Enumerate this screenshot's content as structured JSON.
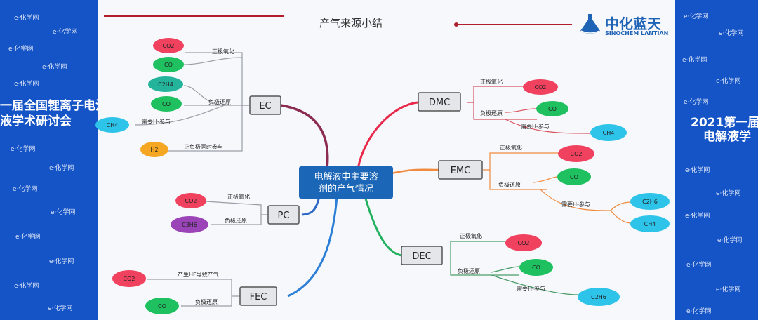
{
  "slide_title": "产气来源小结",
  "brand": {
    "name": "中化蓝天",
    "english": "SINOCHEM LANTIAN"
  },
  "left_banner": {
    "title_line1": "一届全国锂离子电池",
    "title_line2": "液学术研讨会",
    "logo_text": "e·化学网"
  },
  "right_banner": {
    "title_line1": "2021第一届",
    "title_line2": "电解液学",
    "logo_text": "e·化学网"
  },
  "center": {
    "line1": "电解液中主要溶",
    "line2": "剂的产气情况"
  },
  "solvents": [
    {
      "id": "EC",
      "label": "EC"
    },
    {
      "id": "PC",
      "label": "PC"
    },
    {
      "id": "FEC",
      "label": "FEC"
    },
    {
      "id": "DMC",
      "label": "DMC"
    },
    {
      "id": "EMC",
      "label": "EMC"
    },
    {
      "id": "DEC",
      "label": "DEC"
    }
  ],
  "branch_labels": {
    "ec_oxidation": "正极氧化",
    "ec_reduction": "负极还原",
    "ec_h_participation": "需要H-参与",
    "ec_both": "正负极同时参与",
    "pc_oxidation": "正极氧化",
    "pc_reduction": "负极还原",
    "fec_hf": "产生HF导致产气",
    "fec_reduction": "负极还原",
    "dmc_oxidation": "正极氧化",
    "dmc_reduction": "负极还原",
    "dmc_h_participation": "需要H-参与",
    "emc_oxidation": "正极氧化",
    "emc_reduction": "负极还原",
    "emc_h_participation": "需要H-参与",
    "dec_oxidation": "正极氧化",
    "dec_reduction": "负极还原",
    "dec_h_participation": "需要H-参与"
  },
  "gases": {
    "ec_co2": "CO2",
    "ec_co": "CO",
    "ec_c2h4": "C2H4",
    "ec_co_2": "CO",
    "ec_ch4": "CH4",
    "ec_h2": "H2",
    "pc_co2": "CO2",
    "pc_c3h6": "C3H6",
    "fec_co2": "CO2",
    "fec_co": "CO",
    "dmc_co2": "CO2",
    "dmc_co": "CO",
    "dmc_ch4": "CH4",
    "emc_co2": "CO2",
    "emc_co": "CO",
    "emc_c2h6": "C2H6",
    "emc_ch4": "CH4",
    "dec_co2": "CO2",
    "dec_co": "CO",
    "dec_c2h6": "C2H6"
  },
  "colors": {
    "co2": "#f0425f",
    "co": "#1fc060",
    "c2h4": "#24b49b",
    "ch4": "#2ec4ea",
    "h2": "#f5a623",
    "c3h6": "#9a44b7",
    "c2h6": "#2ec4ea",
    "center_bg": "#1b66b6",
    "box_bg": "#e4e6ea"
  }
}
